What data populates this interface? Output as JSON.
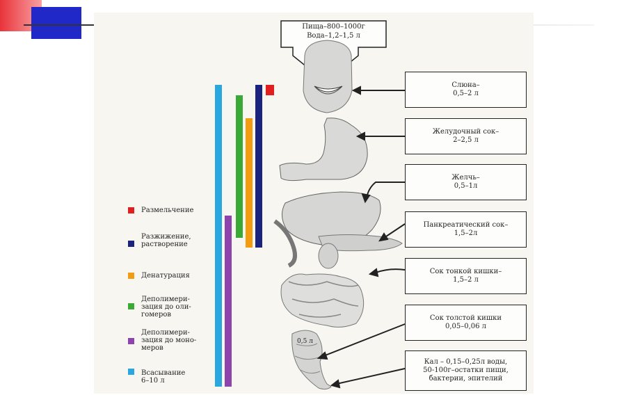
{
  "top_box": {
    "line1": "Пища–800–1000г",
    "line2": "Вода–1,2–1,5 л"
  },
  "boxes": [
    {
      "line1": "Слюна–",
      "line2": "0,5–2 л"
    },
    {
      "line1": "Желудочный сок–",
      "line2": "2–2,5 л"
    },
    {
      "line1": "Желчь–",
      "line2": "0,5–1л"
    },
    {
      "line1": "Панкреатический сок–",
      "line2": "1,5–2л"
    },
    {
      "line1": "Сок тонкой кишки–",
      "line2": "1,5–2 л"
    },
    {
      "line1": "Сок толстой кишки",
      "line2": "0,05–0,06 л"
    },
    {
      "line1": "Кал – 0,15–0,25л воды,",
      "line2": "50-100г–остатки пищи,",
      "line3": "бактерии, эпителий"
    }
  ],
  "colon_label": "0,5 л",
  "legend": [
    {
      "line1": "Размельчение",
      "line2": "",
      "line3": "",
      "color": "#e02020"
    },
    {
      "line1": "Разжижение,",
      "line2": "растворение",
      "line3": "",
      "color": "#1a237e"
    },
    {
      "line1": "Денатурация",
      "line2": "",
      "line3": "",
      "color": "#f39c12"
    },
    {
      "line1": "Деполимери-",
      "line2": "зация до оли-",
      "line3": "гомеров",
      "color": "#3aa935"
    },
    {
      "line1": "Деполимери-",
      "line2": "зация до моно-",
      "line3": "меров",
      "color": "#8e44ad"
    },
    {
      "line1": "Всасывание",
      "line2": "6–10 л",
      "line3": "",
      "color": "#29a8e0"
    }
  ]
}
